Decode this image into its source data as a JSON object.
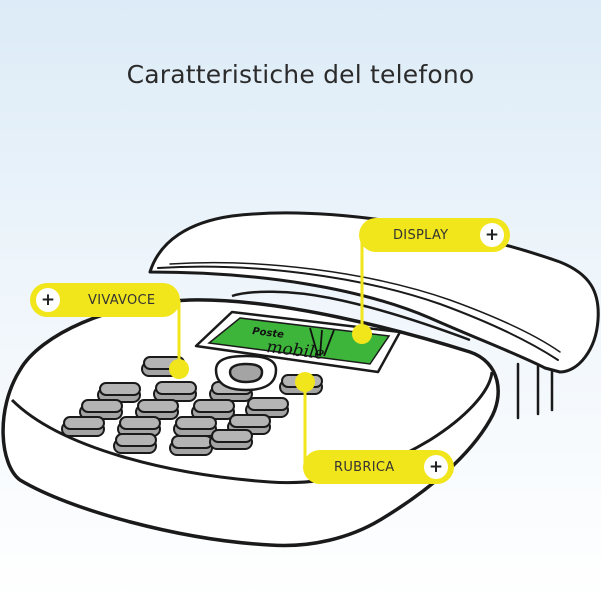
{
  "title": "Caratteristiche del telefono",
  "display_logo": {
    "line1": "Poste",
    "line2": "mobile"
  },
  "hotspots": {
    "display": {
      "label": "DISPLAY",
      "plus": "+"
    },
    "vivavoce": {
      "label": "VIVAVOCE",
      "plus": "+"
    },
    "rubrica": {
      "label": "RUBRICA",
      "plus": "+"
    }
  },
  "colors": {
    "accent_yellow": "#f1e51c",
    "display_green": "#3db53b",
    "key_gray": "#a4a4a4",
    "outline": "#1a1a1a"
  }
}
